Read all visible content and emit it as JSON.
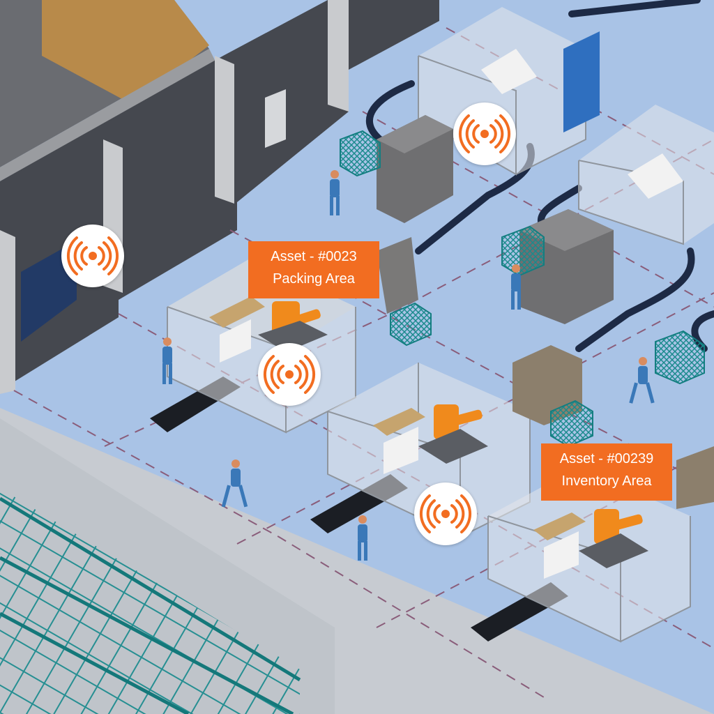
{
  "colors": {
    "accent": "#f26d21",
    "floor": "#a9c3e6",
    "beacon_fill": "#ffffff",
    "robot": "#f08a1c",
    "fence": "#cfd3d8",
    "wall": "#4b4e55",
    "rack": "#1e8c8f",
    "worker": "#3a78b8"
  },
  "beacons": [
    {
      "icon": "rfid-signal-icon"
    },
    {
      "icon": "rfid-signal-icon"
    },
    {
      "icon": "rfid-signal-icon"
    },
    {
      "icon": "rfid-signal-icon"
    }
  ],
  "labels": [
    {
      "asset": "Asset - #0023",
      "area": "Packing Area"
    },
    {
      "asset": "Asset - #00239",
      "area": "Inventory Area"
    }
  ]
}
